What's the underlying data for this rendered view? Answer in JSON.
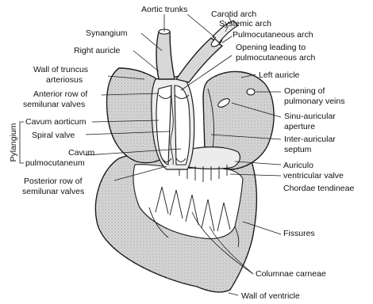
{
  "labels": {
    "aortic_trunks": "Aortic trunks",
    "carotid_arch": "Carotid arch",
    "systemic_arch": "Systemic arch",
    "pulmocutaneous_arch": "Pulmocutaneous arch",
    "synangium": "Synangium",
    "right_auricle": "Right auricle",
    "opening_pulmo_1": "Opening leading to",
    "opening_pulmo_2": "pulmocutaneous arch",
    "wall_truncus_1": "Wall of truncus",
    "wall_truncus_2": "arteriosus",
    "left_auricle": "Left auricle",
    "anterior_row_1": "Anterior row of",
    "anterior_row_2": "semilunar valves",
    "opening_pulm_veins_1": "Opening of",
    "opening_pulm_veins_2": "pulmonary veins",
    "cavum_aorticum": "Cavum aorticum",
    "pylangium": "Pylangium",
    "sinu_auricular_1": "Sinu-auricular",
    "sinu_auricular_2": "aperture",
    "spiral_valve": "Spiral valve",
    "inter_auricular_1": "Inter-auricular",
    "inter_auricular_2": "septum",
    "cavum_pulmo_1": "Cavum",
    "cavum_pulmo_2": "pulmocutaneum",
    "auriculo_1": "Auriculo",
    "auriculo_2": "ventricular valve",
    "posterior_row_1": "Posterior row of",
    "posterior_row_2": "semilunar valves",
    "chordae": "Chordae tendineae",
    "fissures": "Fissures",
    "columnae": "Columnae carneae",
    "wall_ventricle": "Wall of ventricle"
  }
}
